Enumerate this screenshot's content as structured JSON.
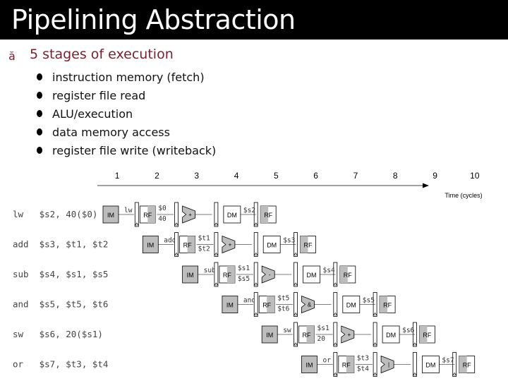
{
  "slide": {
    "title": "Pipelining Abstraction",
    "bullet_glyph": "ă",
    "main_bullet": "5 stages of execution",
    "stages": [
      "instruction memory (fetch)",
      "register file read",
      "ALU/execution",
      "data memory access",
      "register file write (writeback)"
    ]
  },
  "diagram": {
    "cycles": [
      "1",
      "2",
      "3",
      "4",
      "5",
      "6",
      "7",
      "8",
      "9",
      "10"
    ],
    "time_label": "Time (cycles)",
    "stage_labels": {
      "im": "IM",
      "rf": "RF",
      "dm": "DM"
    },
    "instructions": [
      {
        "asm": "lw   $s2, 40($0)",
        "op": "lw",
        "src1": "$0",
        "src2": "40",
        "dst": "$s2"
      },
      {
        "asm": "add  $s3, $t1, $t2",
        "op": "add",
        "src1": "$t1",
        "src2": "$t2",
        "dst": "$s3"
      },
      {
        "asm": "sub  $s4, $s1, $s5",
        "op": "sub",
        "src1": "$s1",
        "src2": "$s5",
        "dst": "$s4"
      },
      {
        "asm": "and  $s5, $t5, $t6",
        "op": "and",
        "src1": "$t5",
        "src2": "$t6",
        "dst": "$s5"
      },
      {
        "asm": "sw   $s6, 20($s1)",
        "op": "sw",
        "src1": "$s1",
        "src2": "20",
        "dst": "$s6"
      },
      {
        "asm": "or   $s7, $t3, $t4",
        "op": "or",
        "src1": "$t3",
        "src2": "$t4",
        "dst": "$s7"
      }
    ],
    "alu_ops": [
      "+",
      "+",
      "-",
      "&",
      "+",
      "|"
    ]
  }
}
